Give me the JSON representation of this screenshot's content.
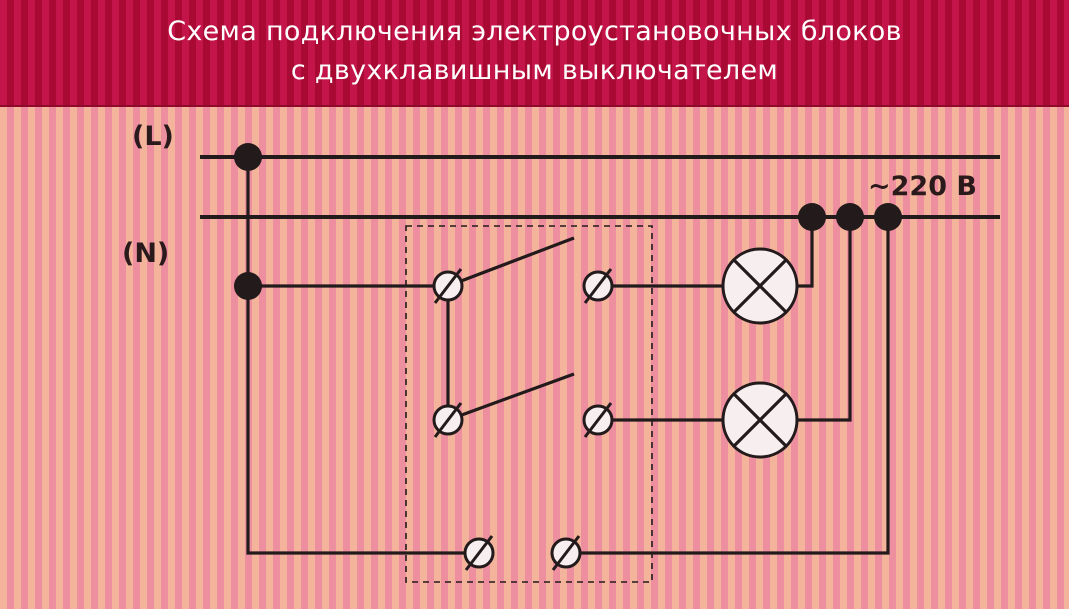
{
  "title": {
    "line1": "Схема подключения электроустановочных блоков",
    "line2": "с двухклавишным выключателем"
  },
  "labels": {
    "line_L": "(L)",
    "line_N": "(N)",
    "voltage": "~220 В"
  },
  "colors": {
    "header": "#b80e3c",
    "background": "#f2a39a",
    "wire": "#231a1c",
    "title_text": "#ffffff"
  }
}
